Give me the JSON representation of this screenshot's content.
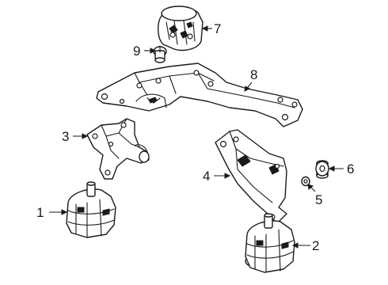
{
  "callouts": [
    {
      "id": "1",
      "label": "1",
      "part": "engine-mount-left"
    },
    {
      "id": "2",
      "label": "2",
      "part": "engine-mount-right"
    },
    {
      "id": "3",
      "label": "3",
      "part": "engine-mount-bracket-left"
    },
    {
      "id": "4",
      "label": "4",
      "part": "engine-mount-bracket-right"
    },
    {
      "id": "5",
      "label": "5",
      "part": "small-bushing"
    },
    {
      "id": "6",
      "label": "6",
      "part": "large-bushing"
    },
    {
      "id": "7",
      "label": "7",
      "part": "transmission-mount"
    },
    {
      "id": "8",
      "label": "8",
      "part": "transmission-crossmember"
    },
    {
      "id": "9",
      "label": "9",
      "part": "mount-bolt"
    }
  ]
}
